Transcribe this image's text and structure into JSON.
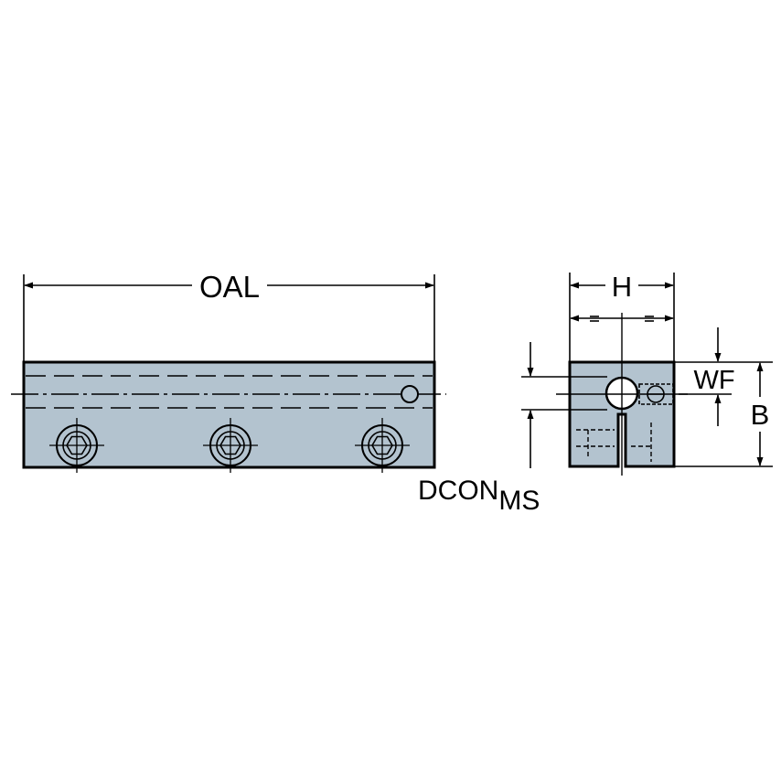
{
  "labels": {
    "oal": "OAL",
    "h": "H",
    "wf": "WF",
    "b": "B",
    "dcon": "DCON",
    "dcon_sub": "MS"
  },
  "colors": {
    "body_fill": "#b3c3cf",
    "line": "#000000",
    "background": "#ffffff"
  }
}
